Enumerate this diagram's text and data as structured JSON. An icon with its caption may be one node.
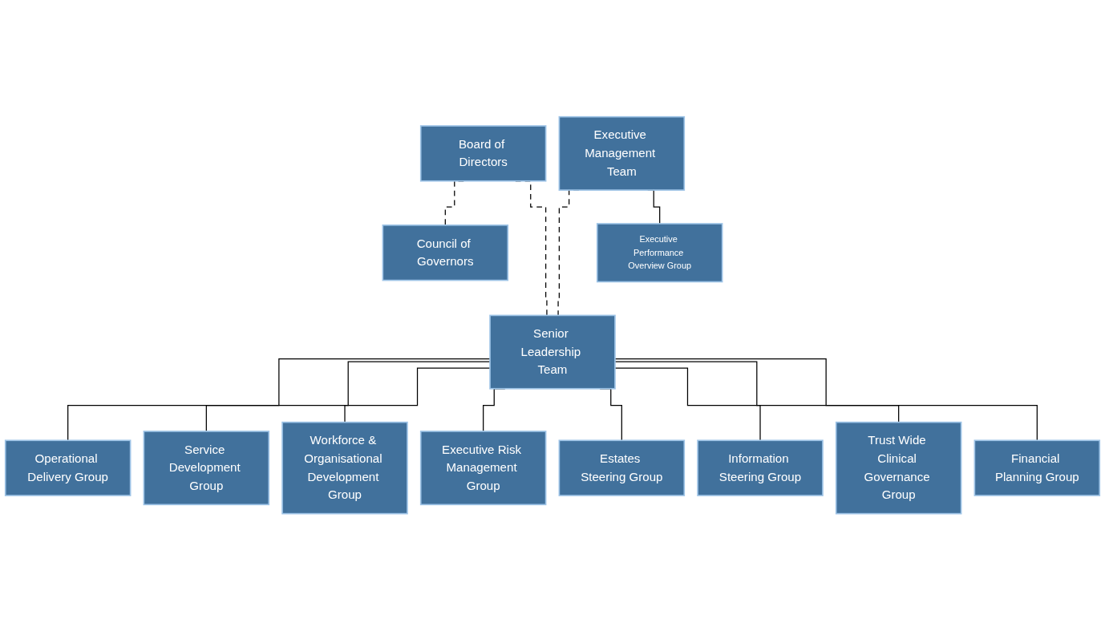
{
  "diagram": {
    "nodes": [
      {
        "text": [
          "Board of Directors"
        ]
      },
      {
        "text": [
          "Council of Governors"
        ]
      },
      {
        "text": [
          "Executive Management Team"
        ]
      },
      {
        "text": [
          "Senior Leadership Team"
        ]
      },
      {
        "text": [
          "Executive Performance Overview Group"
        ]
      },
      {
        "text": [
          "Operational Delivery Group"
        ]
      },
      {
        "text": [
          "Service Development Group"
        ]
      },
      {
        "text": [
          "Workforce & Organisational Development Group"
        ]
      },
      {
        "text": [
          "Executive Risk Management Group"
        ]
      },
      {
        "text": [
          "Estates Steering Group"
        ]
      },
      {
        "text": [
          "Information Steering Group"
        ]
      },
      {
        "text": [
          "Trust Wide Clinical Governance Group"
        ]
      },
      {
        "text": [
          "Financial Planning Group"
        ]
      }
    ],
    "edges": [
      {
        "from": 0,
        "to": 1,
        "arrow": "none",
        "style": "dashed"
      },
      {
        "from": 0,
        "to": 3,
        "arrow": "none",
        "style": "dashed"
      },
      {
        "from": 2,
        "to": 3,
        "arrow": "none",
        "style": "dashed"
      },
      {
        "from": 2,
        "to": 4,
        "arrow": "none"
      },
      {
        "from": 3,
        "to": 5,
        "arrow": "none"
      },
      {
        "from": 3,
        "to": 6,
        "arrow": "none"
      },
      {
        "from": 3,
        "to": 7,
        "arrow": "none"
      },
      {
        "from": 3,
        "to": 8,
        "arrow": "none"
      },
      {
        "from": 3,
        "to": 9,
        "arrow": "none"
      },
      {
        "from": 3,
        "to": 10,
        "arrow": "none"
      },
      {
        "from": 3,
        "to": 11,
        "arrow": "none"
      },
      {
        "from": 3,
        "to": 12,
        "arrow": "none"
      }
    ]
  }
}
